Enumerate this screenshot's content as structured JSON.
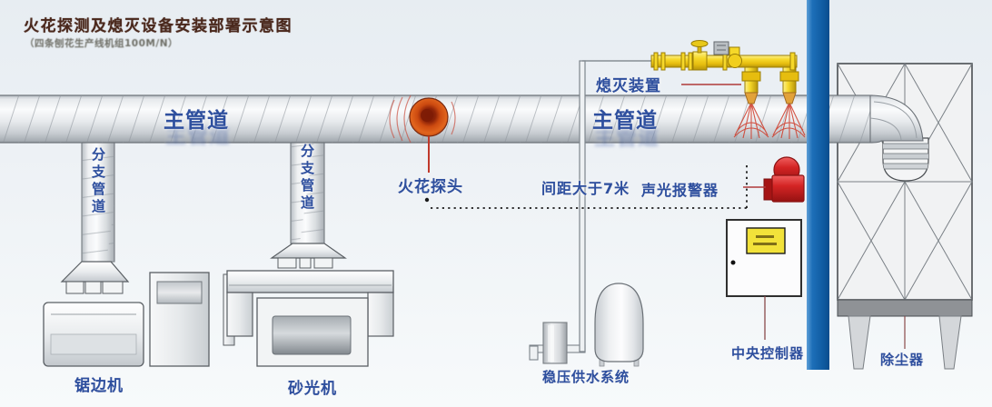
{
  "title": {
    "main": "火花探测及熄灭设备安装部署示意图",
    "subtitle": "（四条刨花生产线机组100M/N）"
  },
  "ducts": {
    "main_duct_left": "主管道",
    "main_duct_right": "主管道",
    "branch_duct_left": "分支管道",
    "branch_duct_right": "分支管道"
  },
  "devices": {
    "spark_detector": "火花探头",
    "extinguisher": "熄灭装置",
    "spacing_note": "间距大于7米",
    "alarm": "声光报警器",
    "controller": "中央控制器",
    "water_system": "稳压供水系统",
    "edge_saw": "锯边机",
    "sander": "砂光机",
    "dust_collector": "除尘器"
  },
  "colors": {
    "label_blue": "#2e4f9e",
    "title_brown": "#4a281c",
    "pillar_blue": "#1668b3",
    "pipe_yellow": "#f2cf1d",
    "alarm_red": "#c41e1e",
    "spark_orange": "#d84e12",
    "callout_red": "#b03a3a",
    "dotted_black": "#1a1a1a"
  }
}
